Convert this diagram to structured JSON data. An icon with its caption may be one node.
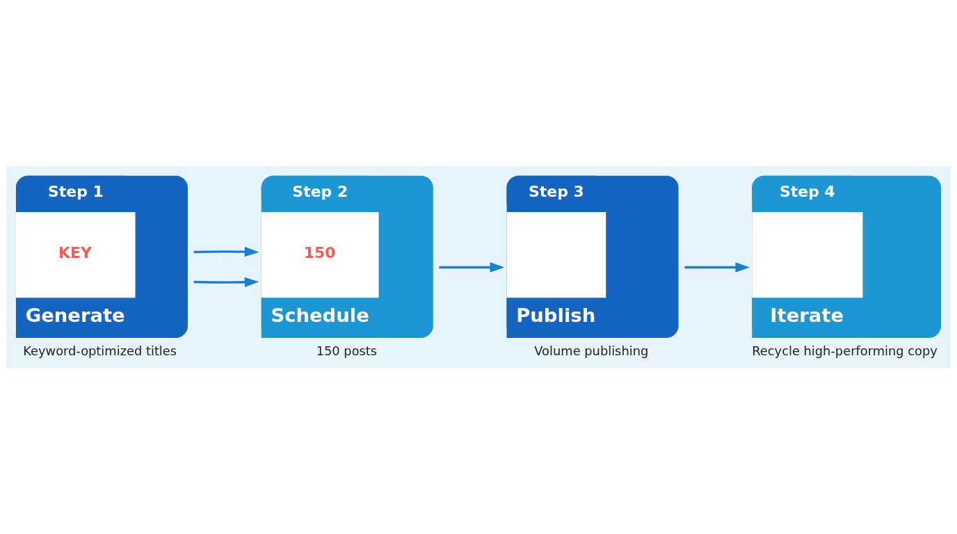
{
  "diagram": {
    "nodes": [
      {
        "text": [
          "Step 1",
          "KEY",
          "Generate"
        ],
        "beside": [
          "Keyword-optimized titles"
        ]
      },
      {
        "text": [
          "Step 2",
          "150",
          "Schedule"
        ],
        "beside": [
          "150 posts"
        ]
      },
      {
        "text": [
          "Step 3",
          "Publish"
        ],
        "beside": [
          "Volume publishing"
        ]
      },
      {
        "text": [
          "Step 4",
          "Iterate"
        ],
        "beside": [
          "Recycle high-performing copy"
        ]
      }
    ],
    "edges": [
      {
        "from": 0,
        "to": 1,
        "arrow": "to"
      },
      {
        "from": 1,
        "to": 2,
        "arrow": "to"
      },
      {
        "from": 2,
        "to": 3,
        "arrow": "to"
      },
      {
        "from": 0,
        "to": 1,
        "arrow": "to"
      }
    ]
  }
}
